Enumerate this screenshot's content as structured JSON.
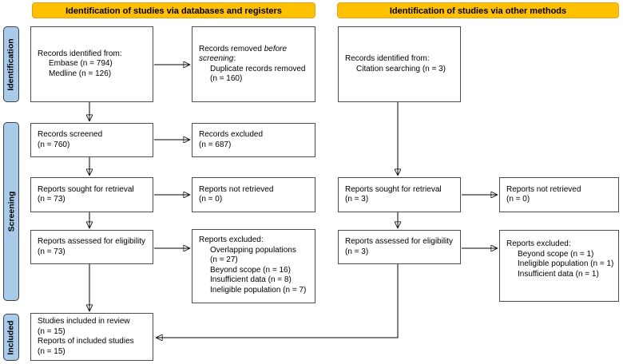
{
  "banners": {
    "databases": "Identification of studies via databases and registers",
    "other": "Identification of studies via other methods"
  },
  "sidebar": {
    "identification": "Identification",
    "screening": "Screening",
    "included": "Included"
  },
  "colors": {
    "banner_fill": "#FFC000",
    "banner_border": "#E3A21C",
    "sidebar_fill": "#A9CBE9",
    "sidebar_border": "#37424E",
    "box_border": "#4D4D4D",
    "arrow": "#000000",
    "text": "#000000"
  },
  "boxes": {
    "records_identified_db": {
      "lines": [
        {
          "text": "Records identified from:"
        },
        {
          "text": "Embase (n = 794)",
          "indent": 1
        },
        {
          "text": "Medline (n = 126)",
          "indent": 1
        }
      ]
    },
    "records_removed": {
      "lines": [
        {
          "segments": [
            {
              "text": "Records removed "
            },
            {
              "text": "before",
              "italic": true
            }
          ]
        },
        {
          "segments": [
            {
              "text": "screening",
              "italic": true
            },
            {
              "text": ":"
            }
          ]
        },
        {
          "text": "Duplicate records removed",
          "indent": 1
        },
        {
          "text": "(n = 160)",
          "indent": 1
        }
      ]
    },
    "records_identified_other": {
      "lines": [
        {
          "text": "Records identified from:"
        },
        {
          "text": "Citation searching (n = 3)",
          "indent": 1
        }
      ]
    },
    "records_screened": {
      "lines": [
        {
          "text": "Records screened"
        },
        {
          "text": "(n = 760)"
        }
      ]
    },
    "records_excluded": {
      "lines": [
        {
          "text": "Records excluded"
        },
        {
          "text": "(n = 687)"
        }
      ]
    },
    "reports_sought_db": {
      "lines": [
        {
          "text": "Reports sought for retrieval"
        },
        {
          "text": "(n = 73)"
        }
      ]
    },
    "reports_not_retrieved_db": {
      "lines": [
        {
          "text": "Reports not retrieved"
        },
        {
          "text": "(n = 0)"
        }
      ]
    },
    "reports_sought_other": {
      "lines": [
        {
          "text": "Reports sought for retrieval"
        },
        {
          "text": "(n = 3)"
        }
      ]
    },
    "reports_not_retrieved_other": {
      "lines": [
        {
          "text": "Reports not retrieved"
        },
        {
          "text": "(n = 0)"
        }
      ]
    },
    "reports_assessed_db": {
      "lines": [
        {
          "text": "Reports assessed for eligibility"
        },
        {
          "text": "(n = 73)"
        }
      ]
    },
    "reports_excluded_db": {
      "lines": [
        {
          "text": "Reports excluded:"
        },
        {
          "text": "Overlapping populations",
          "indent": 1
        },
        {
          "text": "(n = 27)",
          "indent": 1
        },
        {
          "text": "Beyond scope (n = 16)",
          "indent": 1
        },
        {
          "text": "Insufficient data (n = 8)",
          "indent": 1
        },
        {
          "text": "Ineligible population (n = 7)",
          "indent": 1
        }
      ]
    },
    "reports_assessed_other": {
      "lines": [
        {
          "text": "Reports assessed for eligibility"
        },
        {
          "text": "(n = 3)"
        }
      ]
    },
    "reports_excluded_other": {
      "lines": [
        {
          "text": "Reports excluded:"
        },
        {
          "text": "Beyond scope (n = 1)",
          "indent": 1
        },
        {
          "text": "Ineligible population (n = 1)",
          "indent": 1
        },
        {
          "text": "Insufficient data (n = 1)",
          "indent": 1
        }
      ]
    },
    "studies_included": {
      "lines": [
        {
          "text": "Studies included in review"
        },
        {
          "text": "(n = 15)"
        },
        {
          "text": "Reports of included studies"
        },
        {
          "text": "(n = 15)"
        }
      ]
    }
  }
}
